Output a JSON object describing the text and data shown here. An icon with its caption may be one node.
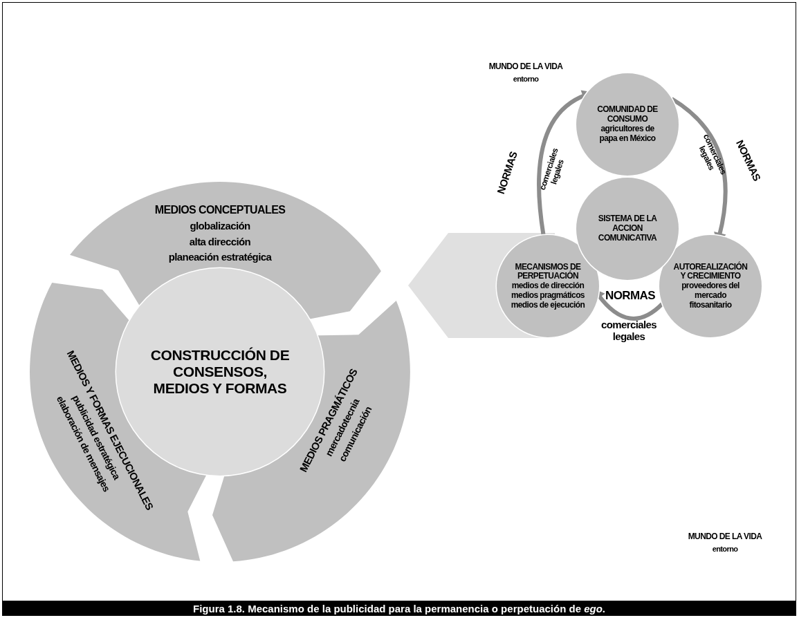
{
  "diagram": {
    "caption": "Figura 1.8. Mecanismo de la publicidad para la permanencia o perpetuación de *ego*.",
    "nodes": [
      {
        "text": [
          "MEDIOS CONCEPTUALES",
          "globalización",
          "alta dirección",
          "planeación estratégica"
        ]
      },
      {
        "text": [
          "MEDIOS Y FORMAS EJECUCIONALES",
          "publicidad estratégica",
          "elaboración de mensajes"
        ]
      },
      {
        "text": [
          "MEDIOS PRAGMÁTICOS",
          "mercadotecnia",
          "comunicación"
        ]
      },
      {
        "text": [
          "CONSTRUCCIÓN DE CONSENSOS, MEDIOS Y FORMAS"
        ]
      },
      {
        "text": [
          "COMUNIDAD DE CONSUMO",
          "agricultores de papa en México"
        ]
      },
      {
        "text": [
          "SISTEMA DE LA ACCION COMUNICATIVA"
        ]
      },
      {
        "text": [
          "MECANISMOS DE PERPETUACIÓN",
          "medios de dirección",
          "medios pragmáticos",
          "medios de ejecución"
        ]
      },
      {
        "text": [
          "AUTOREALIZACIÓN Y CRECIMIENTO",
          "proveedores del mercado fitosanitario"
        ]
      },
      {
        "text": [],
        "shape": "arrow"
      }
    ],
    "edges": [
      {
        "from": 6,
        "to": 4,
        "arrow": "to",
        "label": "NORMAS"
      },
      {
        "from": 4,
        "to": 7,
        "arrow": "to",
        "label": "NORMAS"
      },
      {
        "from": 7,
        "to": 6,
        "arrow": "to",
        "label": "NORMAS"
      }
    ],
    "labels": [
      "MUNDO DE LA VIDA",
      "entorno",
      "comerciales legales",
      "comerciales legales",
      "comerciales legales",
      "MUNDO DE LA VIDA",
      "entorno"
    ]
  }
}
